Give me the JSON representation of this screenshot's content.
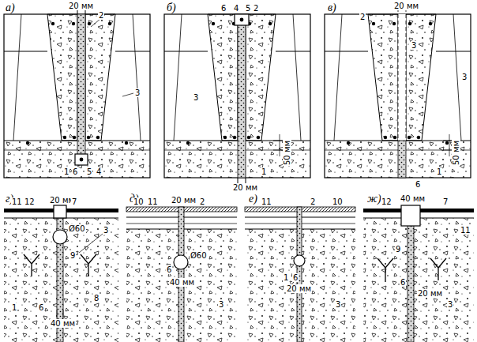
{
  "diagram": {
    "labels": [
      "а)",
      "20 мм",
      "2",
      "3",
      "1",
      "6",
      "5",
      "4",
      "б)",
      "6",
      "4",
      "5",
      "2",
      "3",
      "50 мм",
      "1",
      "20 мм",
      "в)",
      "2",
      "20 мм",
      "3",
      "3",
      "50 мм",
      "6",
      "1",
      "г)",
      "11",
      "12",
      "20 мм",
      "7",
      "Ø60",
      "3",
      "9",
      "1",
      "6",
      "40 мм",
      "8",
      "д)",
      "10",
      "11",
      "20 мм",
      "2",
      "Ø60",
      "6",
      "40 мм",
      "3",
      "е)",
      "11",
      "2",
      "10",
      "1",
      "6",
      "20 мм",
      "3",
      "ж)",
      "12",
      "40 мм",
      "7",
      "11",
      "9",
      "6",
      "20 мм",
      "3"
    ]
  }
}
